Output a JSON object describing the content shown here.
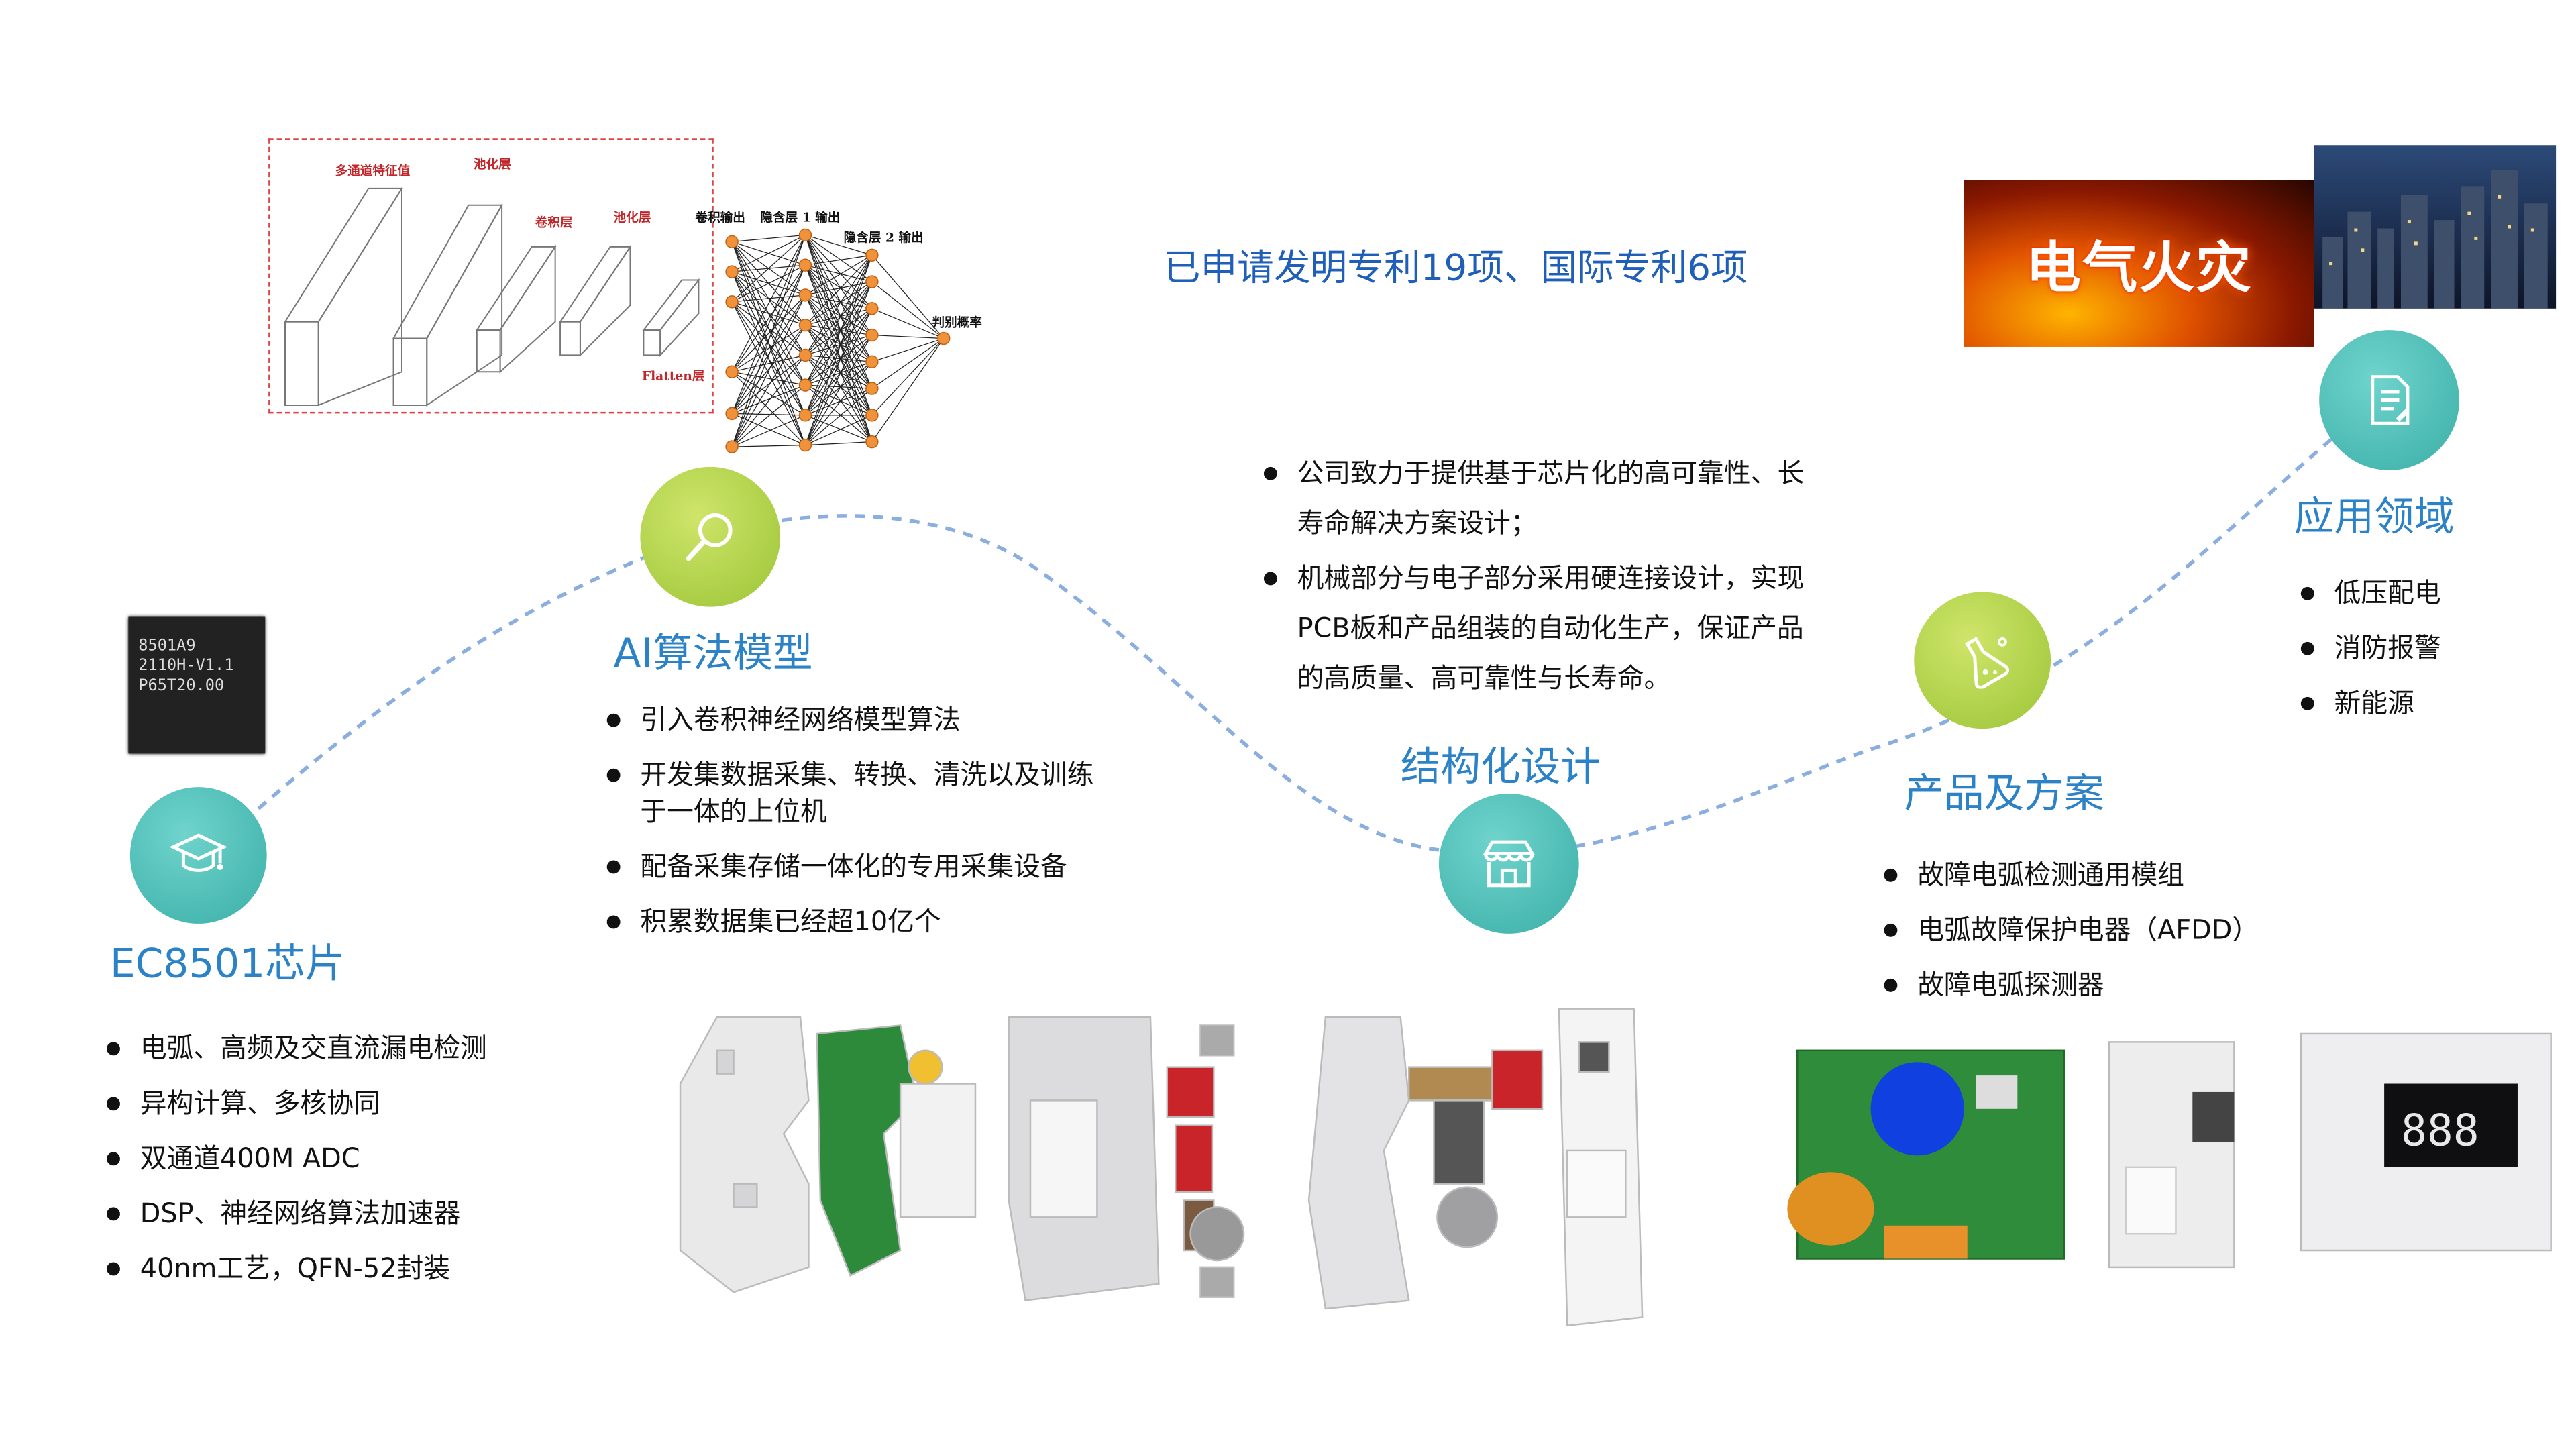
{
  "patent_text": "已申请发明专利19项、国际专利6项",
  "chip_marking": [
    "8501A9",
    "2110H-V1.1",
    "P65T20.00"
  ],
  "fire_label": "电气火灾",
  "nn_diagram": {
    "labels": {
      "multi_channel": "多通道特征值",
      "pool1": "池化层",
      "conv": "卷积层",
      "pool2": "池化层",
      "conv_out": "卷积输出",
      "hidden1": "隐含层 1 输出",
      "hidden2": "隐含层 2 输出",
      "flatten": "Flatten层",
      "prob": "判别概率"
    }
  },
  "sections": {
    "chip": {
      "title": "EC8501芯片",
      "icon": "graduation-cap-icon",
      "items": [
        "电弧、高频及交直流漏电检测",
        "异构计算、多核协同",
        "双通道400M ADC",
        "DSP、神经网络算法加速器",
        "40nm工艺，QFN-52封装"
      ]
    },
    "ai": {
      "title": "AI算法模型",
      "icon": "search-icon",
      "items": [
        "引入卷积神经网络模型算法",
        "开发集数据采集、转换、清洗以及训练于一体的上位机",
        "配备采集存储一体化的专用采集设备",
        "积累数据集已经超10亿个"
      ]
    },
    "structure": {
      "title": "结构化设计",
      "icon": "store-icon",
      "items": [
        "公司致力于提供基于芯片化的高可靠性、长寿命解决方案设计；",
        "机械部分与电子部分采用硬连接设计，实现PCB板和产品组装的自动化生产，保证产品的高质量、高可靠性与长寿命。"
      ]
    },
    "product": {
      "title": "产品及方案",
      "icon": "flask-icon",
      "items": [
        "故障电弧检测通用模组",
        "电弧故障保护电器（AFDD）",
        "故障电弧探测器"
      ]
    },
    "application": {
      "title": "应用领域",
      "icon": "document-icon",
      "items": [
        "低压配电",
        "消防报警",
        "新能源"
      ]
    }
  },
  "colors": {
    "heading": "#2b82c7",
    "patent": "#1f5fb8",
    "teal": "#3aaea6",
    "lime": "#9bc436",
    "wave": "#8aaee0"
  }
}
